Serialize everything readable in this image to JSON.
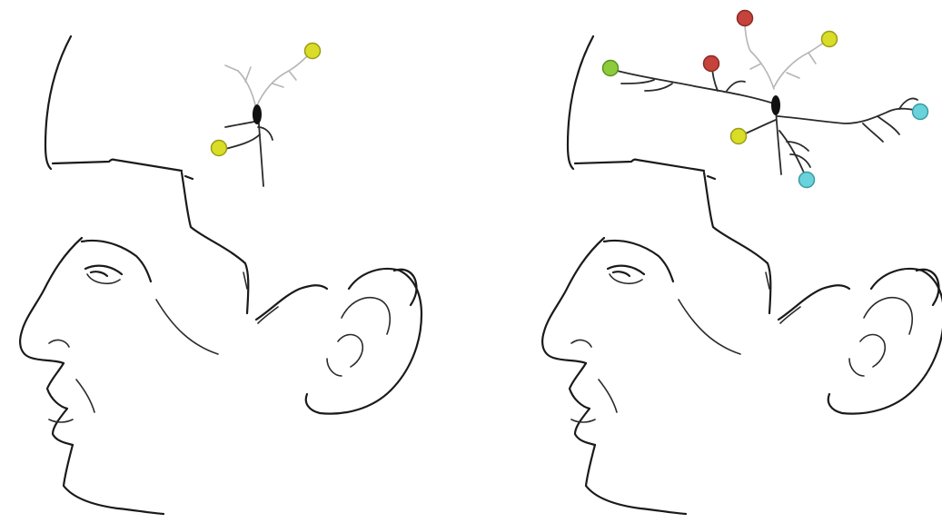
{
  "colors": {
    "background": "#ffffff",
    "line": "#1a1a1a",
    "faint_line": "#b5b5b5",
    "marker_yellow": "#d9dd27",
    "marker_green": "#8ccc3a",
    "marker_red": "#c5433b",
    "marker_cyan": "#6ad2da"
  },
  "panels": [
    {
      "name": "left-head",
      "markers": [
        {
          "color": "marker_yellow",
          "label": ""
        },
        {
          "color": "marker_yellow",
          "label": ""
        }
      ]
    },
    {
      "name": "right-head",
      "markers": [
        {
          "color": "marker_red",
          "label": ""
        },
        {
          "color": "marker_yellow",
          "label": ""
        },
        {
          "color": "marker_green",
          "label": ""
        },
        {
          "color": "marker_red",
          "label": ""
        },
        {
          "color": "marker_cyan",
          "label": ""
        },
        {
          "color": "marker_yellow",
          "label": ""
        },
        {
          "color": "marker_cyan",
          "label": ""
        }
      ]
    }
  ]
}
